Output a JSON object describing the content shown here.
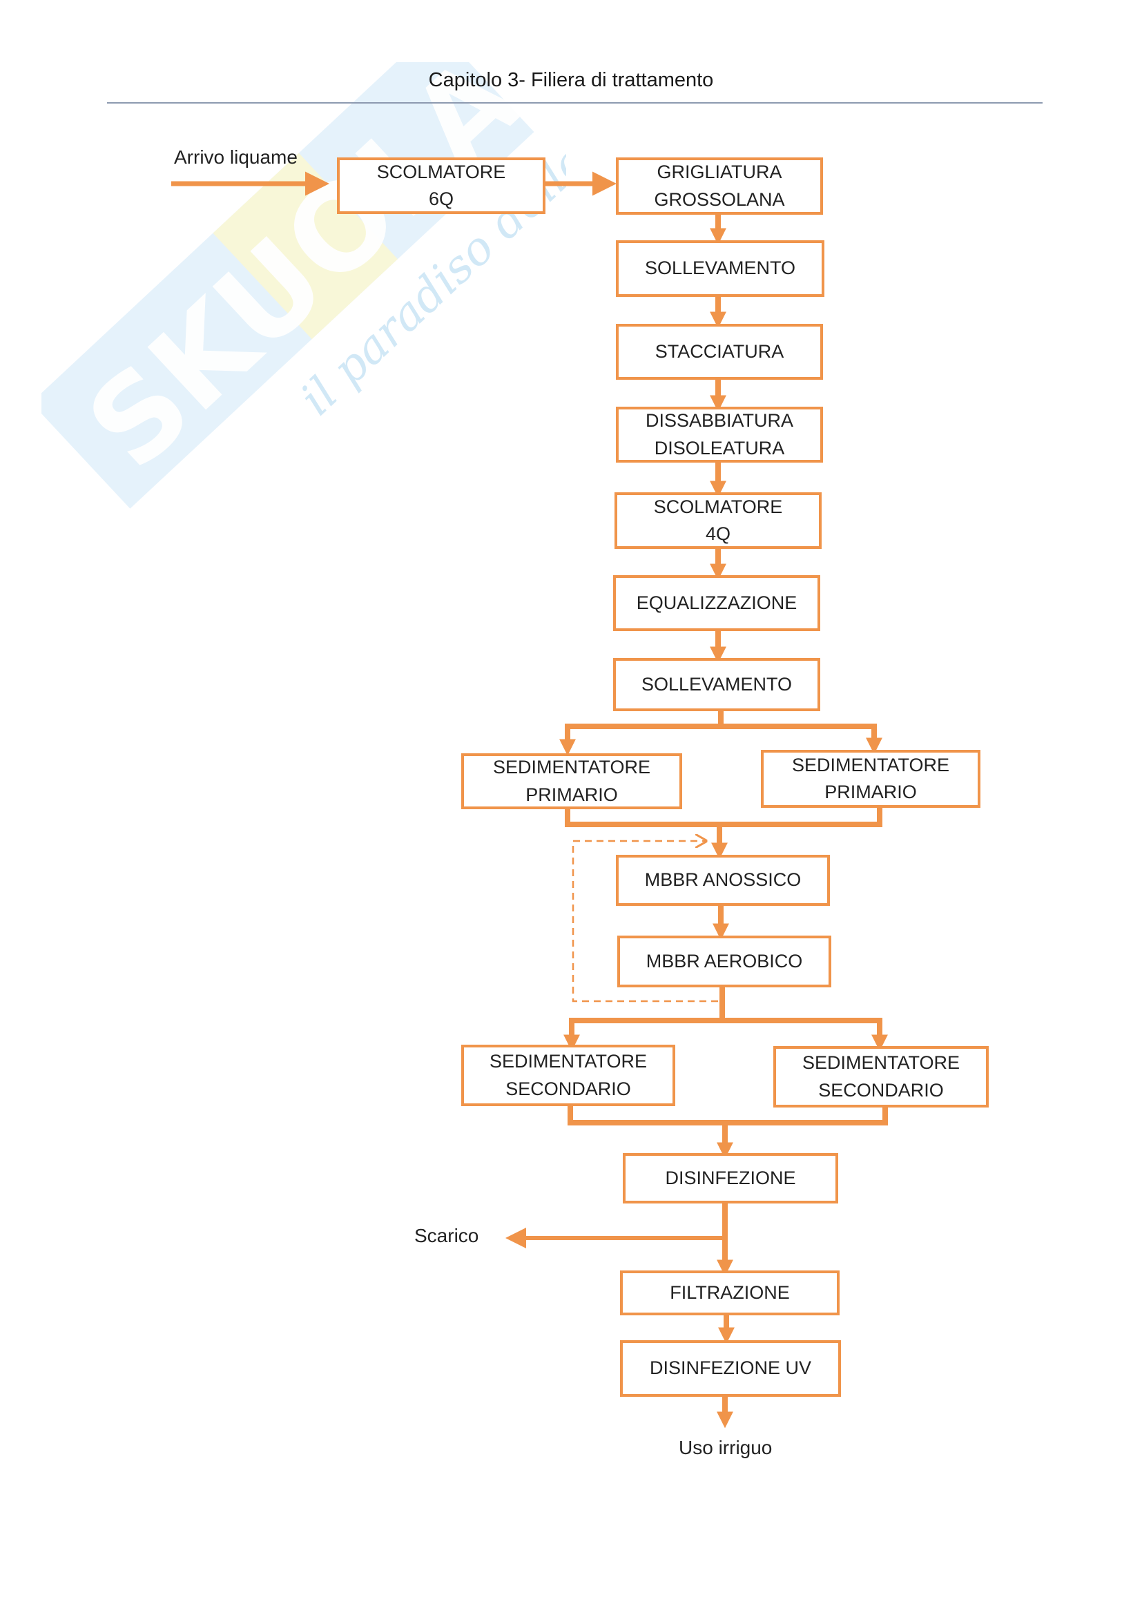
{
  "header": {
    "title": "Capitolo 3- Filiera di trattamento"
  },
  "watermark": {
    "brand": "SKUOLA.net",
    "tagline": "il paradiso dello studente"
  },
  "colors": {
    "accent": "#f0944a",
    "rule": "#8d9ab0",
    "watermark_blue": "#c6e3f5",
    "watermark_yellow": "#fbf3b8"
  },
  "labels": {
    "input": "Arrivo liquame",
    "discharge": "Scarico",
    "output": "Uso irriguo"
  },
  "boxes": {
    "scolmatore_6q": [
      "SCOLMATORE",
      "6Q"
    ],
    "grigliatura": [
      "GRIGLIATURA",
      "GROSSOLANA"
    ],
    "sollevamento_1": [
      "SOLLEVAMENTO"
    ],
    "stacciatura": [
      "STACCIATURA"
    ],
    "dissabbiatura": [
      "DISSABBIATURA",
      "DISOLEATURA"
    ],
    "scolmatore_4q": [
      "SCOLMATORE",
      "4Q"
    ],
    "equalizzazione": [
      "EQUALIZZAZIONE"
    ],
    "sollevamento_2": [
      "SOLLEVAMENTO"
    ],
    "sed_primario_left": [
      "SEDIMENTATORE",
      "PRIMARIO"
    ],
    "sed_primario_right": [
      "SEDIMENTATORE",
      "PRIMARIO"
    ],
    "mbbr_anossico": [
      "MBBR ANOSSICO"
    ],
    "mbbr_aerobico": [
      "MBBR AEROBICO"
    ],
    "sed_secondario_left": [
      "SEDIMENTATORE",
      "SECONDARIO"
    ],
    "sed_secondario_right": [
      "SEDIMENTATORE",
      "SECONDARIO"
    ],
    "disinfezione": [
      "DISINFEZIONE"
    ],
    "filtrazione": [
      "FILTRAZIONE"
    ],
    "disinfezione_uv": [
      "DISINFEZIONE UV"
    ]
  }
}
